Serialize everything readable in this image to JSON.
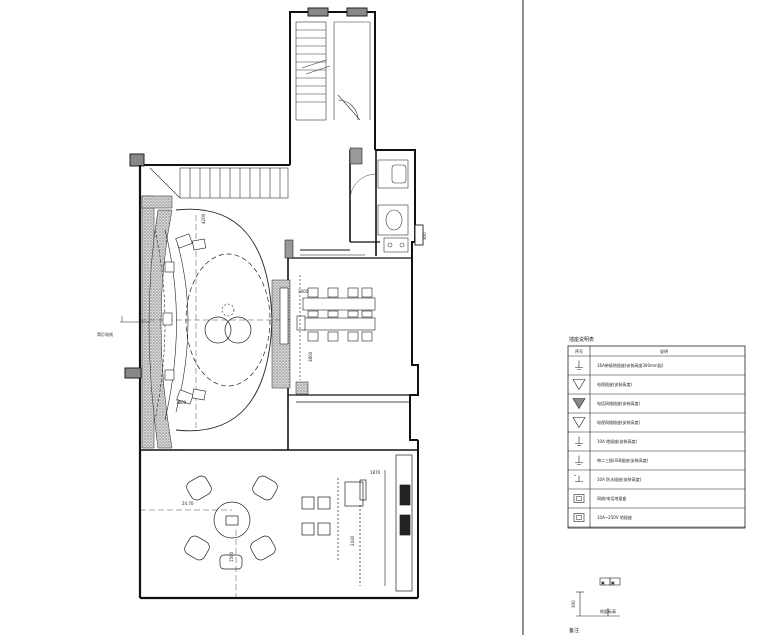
{
  "plan": {
    "side_note": "筒灯电线",
    "dimensions": {
      "d1": "4200",
      "d2": "3000",
      "d3": "3800",
      "d4": "1800",
      "d5": "1870",
      "d6": "24.70",
      "d7": "2430",
      "d8": "1500",
      "d9": "300"
    }
  },
  "legend": {
    "title": "插座说明表",
    "header_no": "序号",
    "header_desc": "说明",
    "rows": [
      {
        "icon": "ground-socket-icon",
        "desc": "16A带接地插座(安装高度300mm起)"
      },
      {
        "icon": "tv-socket-icon",
        "desc": "电视插座(安装高度)"
      },
      {
        "icon": "phone-socket-icon",
        "desc": "电话网络插座(安装高度)"
      },
      {
        "icon": "data-socket-icon",
        "desc": "电视网络插座(安装高度)"
      },
      {
        "icon": "socket-e-icon",
        "desc": "10A 地插座(安装高度)"
      },
      {
        "icon": "double-socket-icon",
        "desc": "带二三插USB插座(安装高度)"
      },
      {
        "icon": "waterproof-socket-icon",
        "desc": "10A 防水插座(安装高度)"
      },
      {
        "icon": "floor-box-icon",
        "desc": "网络/电话地插盒"
      },
      {
        "icon": "floor-power-icon",
        "desc": "10A~250V 地插座"
      }
    ]
  },
  "note": {
    "height_label": "300",
    "floor_label": "地面标高",
    "title": "备注"
  }
}
